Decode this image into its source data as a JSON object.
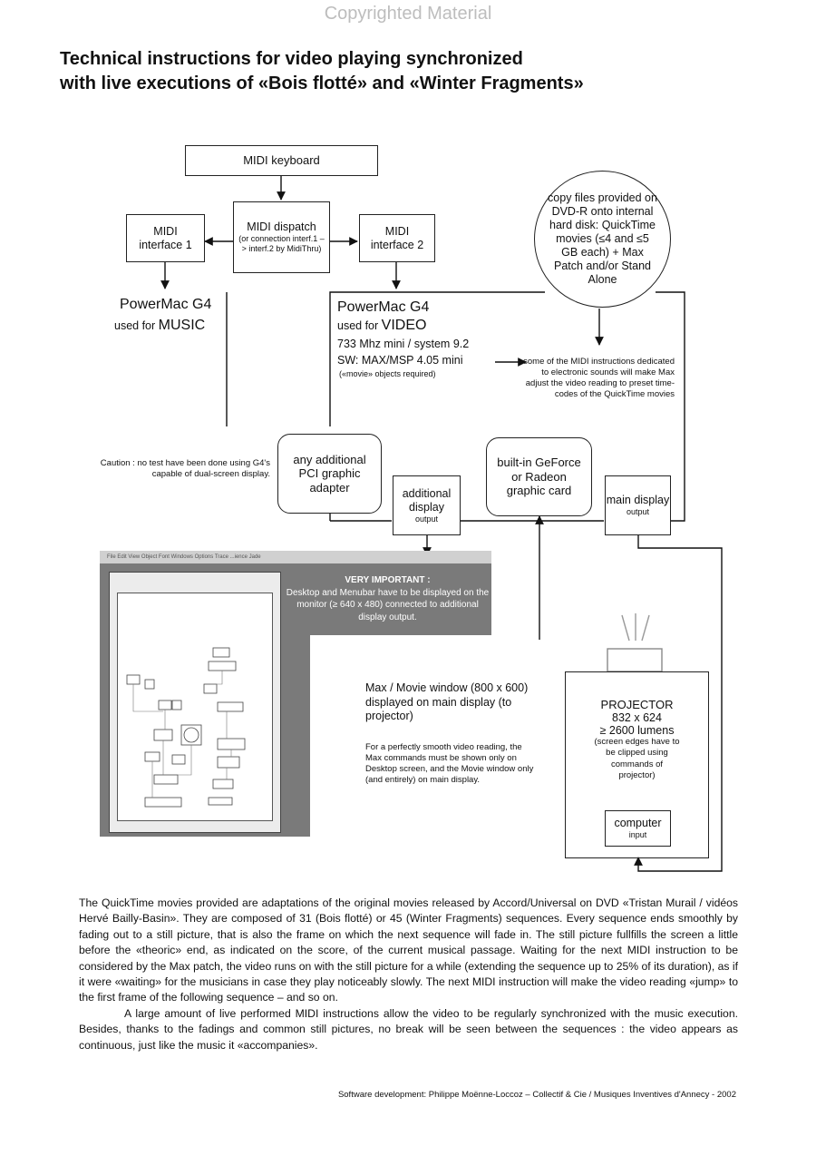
{
  "watermark": "Copyrighted Material",
  "title": "Technical instructions for video playing synchronized\nwith live executions of «Bois flotté» and «Winter Fragments»",
  "nodes": {
    "midi_keyboard": "MIDI keyboard",
    "midi_dispatch": "MIDI dispatch",
    "midi_dispatch_note": "(or connection interf.1 –> interf.2 by MidiThru)",
    "midi_interface_1": "MIDI\ninterface 1",
    "midi_interface_2": "MIDI\ninterface 2",
    "copy_files": "copy files provided on DVD-R onto internal hard disk: QuickTime movies (≤4 and ≤5 GB each) + Max Patch and/or Stand Alone",
    "powermac_music_name": "PowerMac G4",
    "powermac_music_use_prefix": "used for",
    "powermac_music_use": "MUSIC",
    "powermac_video_name": "PowerMac G4",
    "powermac_video_use_prefix": "used for",
    "powermac_video_use": "VIDEO",
    "powermac_video_spec1": "733 Mhz mini / system 9.2",
    "powermac_video_spec2": "SW: MAX/MSP 4.05 mini",
    "powermac_video_spec3": "(«movie» objects required)",
    "midi_note": "some of the MIDI instructions dedicated to electronic sounds will make Max adjust the video reading to preset time-codes of the QuickTime movies",
    "caution": "Caution : no test have been done using G4's capable of dual-screen display.",
    "pci_adapter": "any additional PCI graphic adapter",
    "additional_display": "additional display",
    "additional_display_sub": "output",
    "builtin_card": "built-in GeForce or Radeon graphic card",
    "main_display": "main display",
    "main_display_sub": "output",
    "very_important_title": "VERY IMPORTANT :",
    "very_important_text": "Desktop and Menubar have to be displayed on the monitor (≥ 640 x 480) connected to additional display output.",
    "max_movie_window": "Max / Movie window (800 x 600) displayed on main display (to projector)",
    "smooth_note": "For a perfectly smooth video reading, the Max commands must be shown only on Desktop screen, and the Movie window only (and entirely) on main display.",
    "projector_title": "PROJECTOR",
    "projector_res": "832 x 624",
    "projector_lumens": "≥ 2600 lumens",
    "projector_note": "(screen edges have to be clipped using commands of projector)",
    "computer_input": "computer",
    "computer_input_sub": "input"
  },
  "mock_menu": "File  Edit  View  Object  Font  Windows  Options  Trace  ...ience  Jade",
  "body": {
    "para1": "The QuickTime movies provided are adaptations of the original movies released by Accord/Universal on DVD «Tristan Murail / vidéos Hervé Bailly-Basin». They are composed of 31 (Bois flotté) or 45 (Winter Fragments) sequences. Every sequence ends smoothly by fading out to a still picture, that is also the frame on which the next sequence will fade in. The still picture fullfills the screen a little before the «theoric» end, as indicated on the score, of the current musical passage. Waiting for the next MIDI instruction to be considered by the Max patch, the video runs on with the still picture for a while (extending the sequence up to 25% of its duration), as if it were «waiting» for the musicians in case they play noticeably slowly. The next MIDI instruction will make the video reading «jump» to the first frame of the following sequence – and so on.",
    "para2": "A large amount of live performed MIDI instructions allow the video to be regularly synchronized with the music execution. Besides, thanks to the fadings and common still pictures, no break will be seen between the sequences : the video appears as continuous, just like the music it «accompanies»."
  },
  "credits": "Software development: Philippe Moënne-Loccoz – Collectif & Cie / Musiques Inventives d'Annecy - 2002"
}
